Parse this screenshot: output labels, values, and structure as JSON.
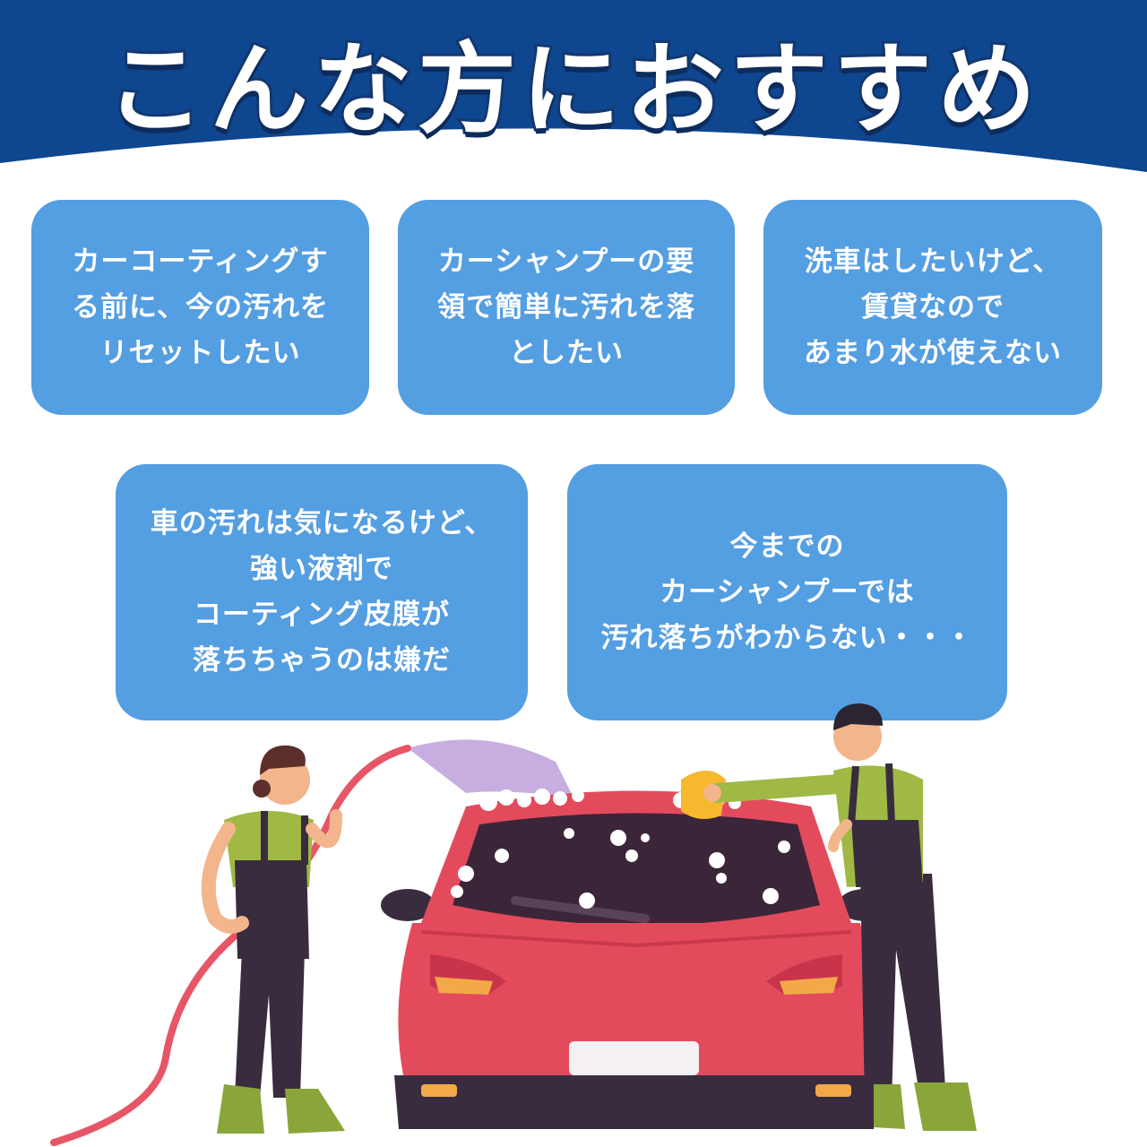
{
  "header": {
    "title": "こんな方におすすめ",
    "band_color": "#0e4690"
  },
  "cards": [
    {
      "text": "カーコーティングす\nる前に、今の汚れを\nリセットしたい"
    },
    {
      "text": "カーシャンプーの要\n領で簡単に汚れを落\nとしたい"
    },
    {
      "text": "洗車はしたいけど、\n賃貸なので\nあまり水が使えない"
    },
    {
      "text": "車の汚れは気になるけど、\n強い液剤で\nコーティング皮膜が\n落ちちゃうのは嫌だ"
    },
    {
      "text": "今までの\nカーシャンプーでは\n汚れ落ちがわからない・・・"
    }
  ],
  "colors": {
    "card": "#549ee2",
    "car_body": "#e34b5c",
    "shirt": "#9fb944",
    "overalls": "#3a2c3f",
    "water": "#c8aee0"
  },
  "illustration": {
    "icons": [
      "car-icon",
      "person-with-hose-icon",
      "person-washing-icon",
      "sponge-icon",
      "hose-icon",
      "water-spray-icon"
    ]
  }
}
